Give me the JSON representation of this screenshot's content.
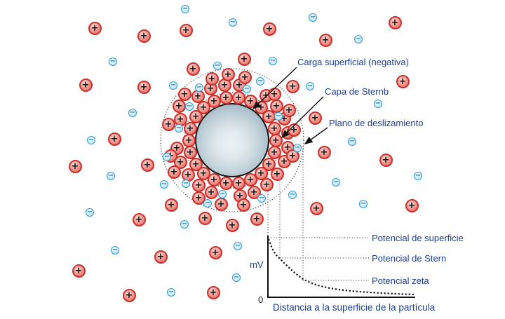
{
  "annotations": {
    "surface_charge": "Carga superficial (negativa)",
    "stern_layer": "Capa de Sternb",
    "slipping_plane": "Plano de deslizamiento"
  },
  "graph": {
    "y_axis_label": "mV",
    "origin_label": "0",
    "x_axis_label": "Distancia a la superficie de la partícula",
    "reference_lines": [
      "Potencial de superficie",
      "Potencial de Stern",
      "Potencial zeta"
    ]
  },
  "colors": {
    "label_text": "#1d3d91",
    "positive_ion_border": "#c9302c",
    "positive_ion_fill": "#f5a09a",
    "negative_ion_border": "#2d9ad2",
    "negative_ion_fill": "#cdeaf9",
    "particle_fill": "#a3bac7",
    "line_color": "#333333"
  },
  "ions": {
    "positive_symbol": "+",
    "negative_symbol": "−",
    "positive": [
      [
        393,
        200
      ],
      [
        391,
        217
      ],
      [
        383,
        234
      ],
      [
        372,
        247
      ],
      [
        357,
        256
      ],
      [
        340,
        261
      ],
      [
        322,
        261
      ],
      [
        305,
        256
      ],
      [
        290,
        247
      ],
      [
        279,
        234
      ],
      [
        271,
        217
      ],
      [
        269,
        200
      ],
      [
        271,
        183
      ],
      [
        279,
        166
      ],
      [
        290,
        153
      ],
      [
        305,
        144
      ],
      [
        322,
        139
      ],
      [
        340,
        139
      ],
      [
        357,
        144
      ],
      [
        372,
        153
      ],
      [
        383,
        166
      ],
      [
        391,
        183
      ],
      [
        410,
        210
      ],
      [
        405,
        230
      ],
      [
        395,
        248
      ],
      [
        380,
        263
      ],
      [
        362,
        274
      ],
      [
        342,
        279
      ],
      [
        301,
        274
      ],
      [
        283,
        264
      ],
      [
        268,
        249
      ],
      [
        257,
        231
      ],
      [
        252,
        211
      ],
      [
        257,
        170
      ],
      [
        282,
        137
      ],
      [
        300,
        126
      ],
      [
        320,
        121
      ],
      [
        341,
        121
      ],
      [
        379,
        136
      ],
      [
        394,
        151
      ],
      [
        405,
        169
      ],
      [
        410,
        189
      ],
      [
        302,
        112
      ],
      [
        325,
        106
      ],
      [
        349,
        110
      ],
      [
        263,
        134
      ],
      [
        255,
        151
      ],
      [
        240,
        177
      ],
      [
        243,
        222
      ],
      [
        248,
        245
      ],
      [
        283,
        282
      ],
      [
        315,
        291
      ],
      [
        347,
        292
      ],
      [
        391,
        134
      ],
      [
        412,
        157
      ],
      [
        419,
        185
      ],
      [
        417,
        222
      ],
      [
        135,
        40
      ],
      [
        205,
        51
      ],
      [
        265,
        43
      ],
      [
        384,
        41
      ],
      [
        563,
        32
      ],
      [
        464,
        57
      ],
      [
        348,
        84
      ],
      [
        122,
        121
      ],
      [
        205,
        124
      ],
      [
        275,
        98
      ],
      [
        574,
        116
      ],
      [
        417,
        123
      ],
      [
        163,
        198
      ],
      [
        449,
        168
      ],
      [
        462,
        217
      ],
      [
        550,
        228
      ],
      [
        107,
        237
      ],
      [
        210,
        235
      ],
      [
        244,
        292
      ],
      [
        198,
        313
      ],
      [
        292,
        311
      ],
      [
        331,
        321
      ],
      [
        229,
        366
      ],
      [
        307,
        360
      ],
      [
        112,
        386
      ],
      [
        184,
        421
      ],
      [
        304,
        417
      ],
      [
        451,
        297
      ],
      [
        587,
        293
      ],
      [
        366,
        312
      ]
    ],
    "negative": [
      [
        317,
        277
      ],
      [
        255,
        183
      ],
      [
        270,
        152
      ],
      [
        352,
        127
      ],
      [
        284,
        125
      ],
      [
        371,
        116
      ],
      [
        397,
        166
      ],
      [
        424,
        211
      ],
      [
        265,
        262
      ],
      [
        238,
        224
      ],
      [
        296,
        290
      ],
      [
        373,
        283
      ],
      [
        264,
        13
      ],
      [
        332,
        32
      ],
      [
        446,
        25
      ],
      [
        511,
        56
      ],
      [
        161,
        88
      ],
      [
        310,
        94
      ],
      [
        389,
        87
      ],
      [
        247,
        122
      ],
      [
        442,
        123
      ],
      [
        539,
        148
      ],
      [
        189,
        161
      ],
      [
        130,
        200
      ],
      [
        502,
        202
      ],
      [
        596,
        251
      ],
      [
        158,
        251
      ],
      [
        234,
        263
      ],
      [
        128,
        303
      ],
      [
        263,
        320
      ],
      [
        479,
        260
      ],
      [
        417,
        278
      ],
      [
        518,
        291
      ],
      [
        164,
        357
      ],
      [
        339,
        351
      ],
      [
        337,
        396
      ],
      [
        244,
        417
      ]
    ]
  }
}
